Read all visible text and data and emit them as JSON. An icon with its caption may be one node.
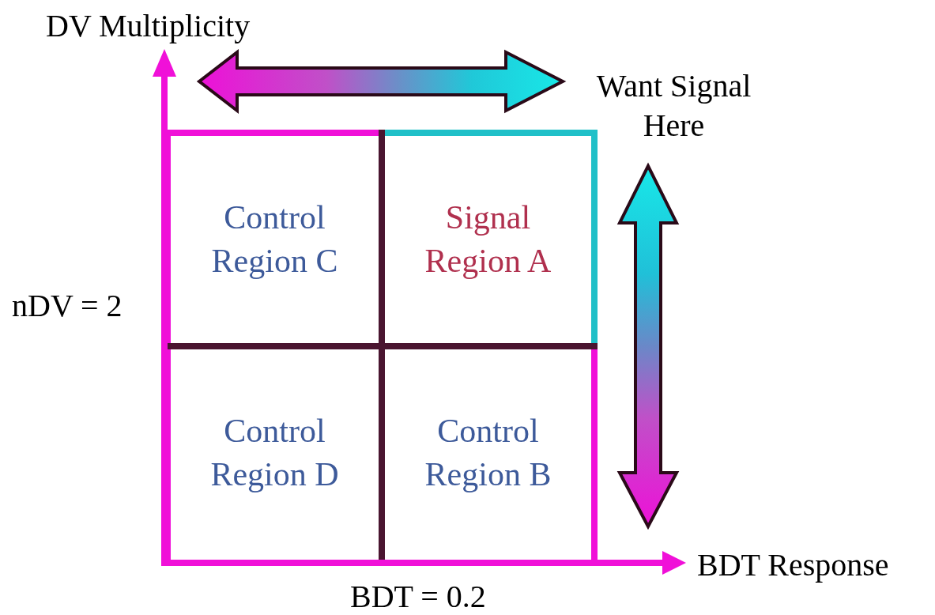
{
  "diagram": {
    "nodes": [
      {
        "text": [
          "Control Region C"
        ]
      },
      {
        "text": [
          "Signal Region A"
        ]
      },
      {
        "text": [
          "Control Region D"
        ]
      },
      {
        "text": [
          "Control Region B"
        ]
      }
    ],
    "labels": [
      "DV Multiplicity",
      "Want Signal Here",
      "nDV = 2",
      "BDT Response",
      "BDT = 0.2"
    ]
  }
}
